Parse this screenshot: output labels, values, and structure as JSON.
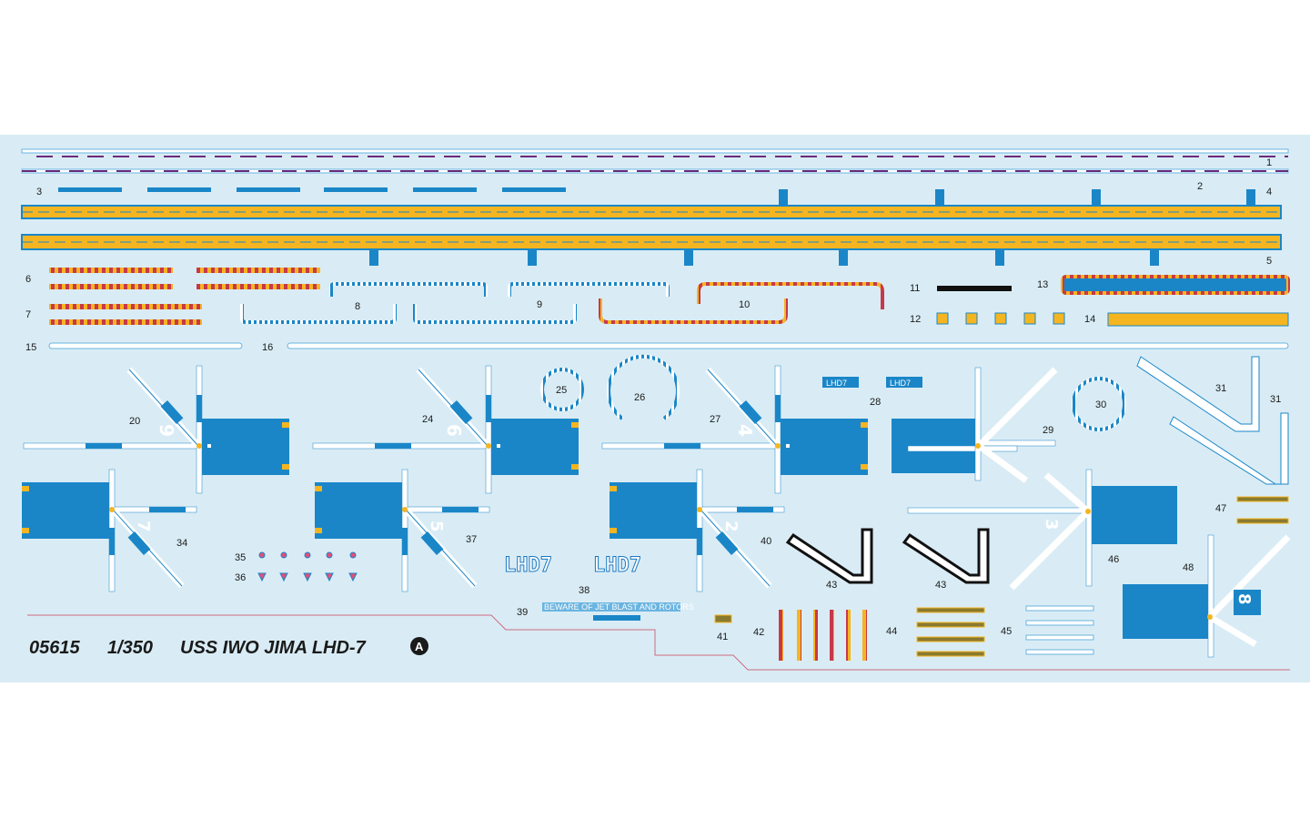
{
  "sheet": {
    "code": "05615",
    "scale": "1/350",
    "name": "USS IWO JIMA LHD-7",
    "badge": "A",
    "colors": {
      "background": "#d9ecf5",
      "blue": "#1a86c8",
      "yellow": "#f5b520",
      "red": "#c8384a",
      "purple": "#6a2a7a"
    }
  },
  "labels": {
    "n1": "1",
    "n2": "2",
    "n3": "3",
    "n4": "4",
    "n5": "5",
    "n6": "6",
    "n7": "7",
    "n8": "8",
    "n9": "9",
    "n10": "10",
    "n11": "11",
    "n12": "12",
    "n13": "13",
    "n14": "14",
    "n15": "15",
    "n16": "16",
    "n20": "20",
    "n24": "24",
    "n25": "25",
    "n26": "26",
    "n27": "27",
    "n28": "28",
    "n29": "29",
    "n30": "30",
    "n31a": "31",
    "n31b": "31",
    "n34": "34",
    "n35": "35",
    "n36": "36",
    "n37": "37",
    "n38": "38",
    "n39": "39",
    "n40": "40",
    "n41": "41",
    "n42": "42",
    "n43a": "43",
    "n43b": "43",
    "n44": "44",
    "n45": "45",
    "n46": "46",
    "n47": "47",
    "n48": "48"
  },
  "spots": {
    "s20": "9",
    "s24": "6",
    "s27": "4",
    "s29": "",
    "s34": "7",
    "s37": "5",
    "s40": "2",
    "s46": "3",
    "s48": "8"
  },
  "decals": {
    "lhd_small_a": "LHD7",
    "lhd_small_b": "LHD7",
    "lhd_large_a": "LHD7",
    "lhd_large_b": "LHD7",
    "beware": "BEWARE OF JET BLAST AND ROTORS"
  }
}
